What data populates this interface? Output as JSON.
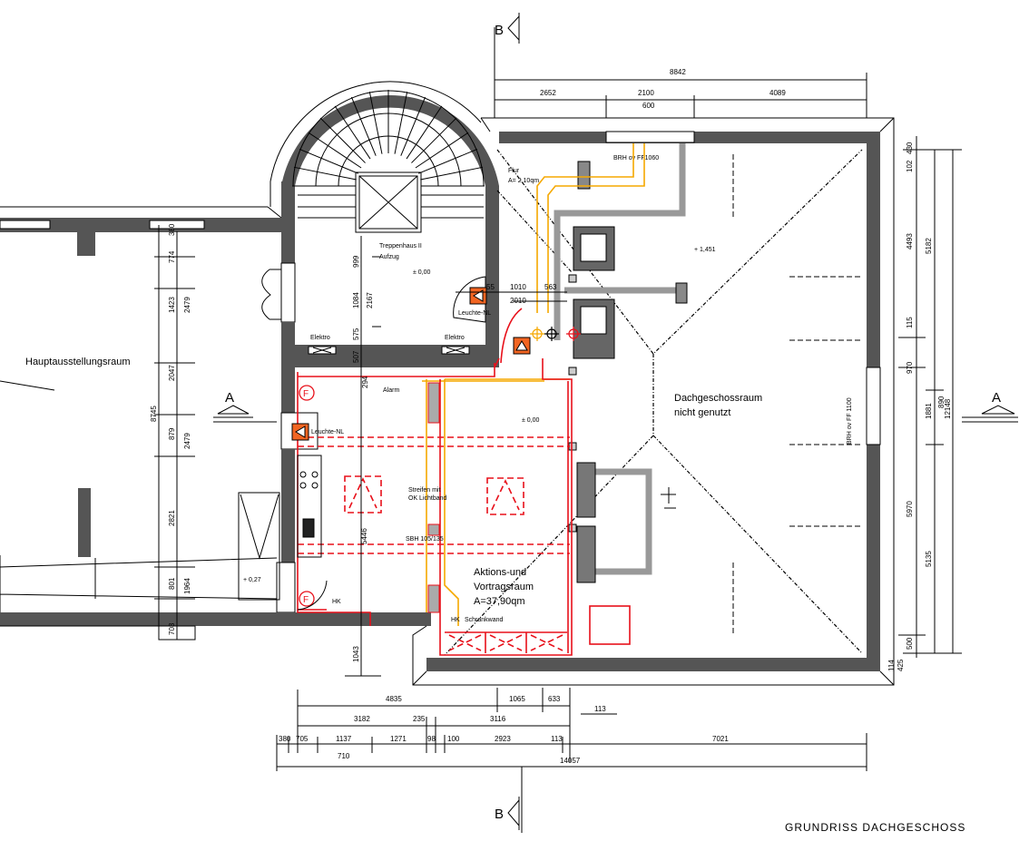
{
  "title": "GRUNDRISS DACHGESCHOSS",
  "section_marks": {
    "b_top": "B",
    "b_bottom": "B",
    "a_left": "A",
    "a_right": "A"
  },
  "rooms": {
    "main_hall": "Hauptausstellungsraum",
    "stair": [
      "Treppenhaus II",
      "Aufzug"
    ],
    "flur": [
      "Flur",
      "A= 2,10qm"
    ],
    "attic": [
      "Dachgeschossraum",
      "nicht genutzt"
    ],
    "action": [
      "Aktions-und",
      "Vortragsraum",
      "A=37,90qm"
    ]
  },
  "annotations": {
    "elektro": "Elektro",
    "alarm": "Alarm",
    "leuchte": "Leuchte-NL",
    "streifen": [
      "Streifen mit",
      "OK Lichtband"
    ],
    "sbh": "SBH 105/135",
    "schrankwand": "Schrankwand",
    "hk": "HK",
    "brh_top": "BRH ov FF1060",
    "brh_right": "BRH ov FF 1100",
    "fire": "F"
  },
  "levels": [
    "± 0,00",
    "+ 1,451",
    "± 0,00",
    "+ 0,27"
  ],
  "colors": {
    "wall": "#555555",
    "fire_line": "#e8101a",
    "electric": "#f5a800",
    "emergency_light": "#f26522"
  },
  "dimensions": {
    "top": [
      "8842",
      "2652",
      "2100",
      "4089",
      "600"
    ],
    "bottom": [
      "4835",
      "1065",
      "633",
      "3182",
      "235",
      "3116",
      "113",
      "380",
      "705",
      "1137",
      "1271",
      "98",
      "100",
      "2923",
      "113",
      "7021",
      "710",
      "14057"
    ],
    "right": [
      "430",
      "102",
      "4493",
      "115",
      "970",
      "5970",
      "500",
      "425",
      "114",
      "5182",
      "1881",
      "5135",
      "890",
      "12148"
    ],
    "left": [
      "380",
      "774",
      "1423",
      "2479",
      "2047",
      "879",
      "2479",
      "2821",
      "801",
      "1964",
      "703",
      "8745"
    ],
    "stair": [
      "999",
      "1084",
      "2167",
      "575",
      "507",
      "294",
      "55",
      "1010",
      "563",
      "2010",
      "1043",
      "5446"
    ]
  }
}
